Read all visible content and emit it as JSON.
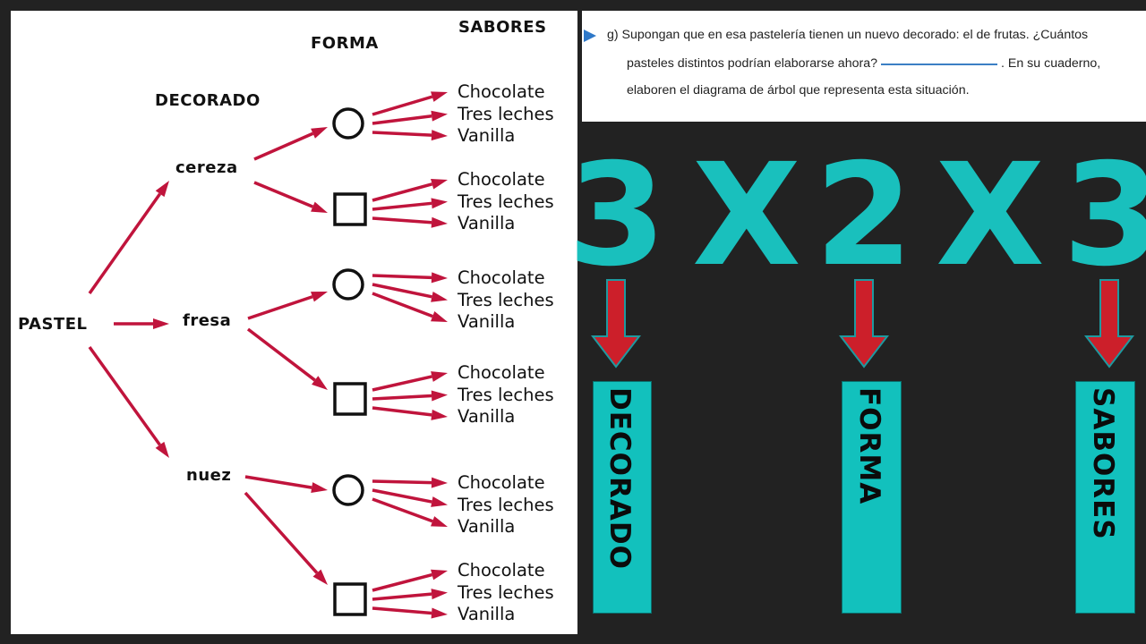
{
  "tree": {
    "headers": {
      "forma": "FORMA",
      "sabores": "SABORES",
      "decorado": "DECORADO"
    },
    "root": "PASTEL",
    "decorations": [
      "cereza",
      "fresa",
      "nuez"
    ],
    "flavors": [
      "Chocolate",
      "Tres leches",
      "Vanilla"
    ],
    "shapes": [
      "circle",
      "square"
    ]
  },
  "question": {
    "marker_icon": "triangle-right-icon",
    "line1": "g) Supongan que en esa pastelería tienen un nuevo decorado: el de frutas. ¿Cuántos",
    "line2_a": "pasteles distintos podrían elaborarse ahora?",
    "line2_b": ". En su cuaderno,",
    "line3": "elaboren el diagrama de árbol que representa esta situación."
  },
  "equation": {
    "tokens": [
      "3",
      "X",
      "2",
      "X",
      "3"
    ],
    "labels": [
      "DECORADO",
      "FORMA",
      "SABORES"
    ]
  },
  "colors": {
    "accent_teal": "#19c0bd",
    "arrow_red": "#c8102e",
    "tree_arrow": "#c0143c",
    "background": "#222222"
  }
}
